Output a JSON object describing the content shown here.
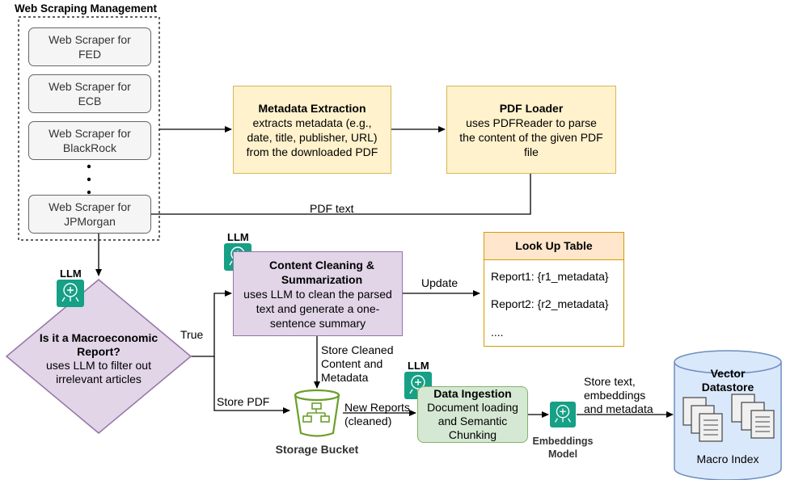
{
  "scraping": {
    "title": "Web Scraping Management",
    "scrapers": [
      {
        "line1": "Web Scraper for",
        "line2": "FED"
      },
      {
        "line1": "Web Scraper for",
        "line2": "ECB"
      },
      {
        "line1": "Web Scraper for",
        "line2": "BlackRock"
      },
      {
        "line1": "Web Scraper for",
        "line2": "JPMorgan"
      }
    ]
  },
  "metadata_extraction": {
    "title": "Metadata Extraction",
    "body": "extracts metadata (e.g., date, title, publisher, URL) from the downloaded PDF"
  },
  "pdf_loader": {
    "title": "PDF Loader",
    "body": "uses PDFReader to parse the content of the given PDF file"
  },
  "edges": {
    "pdf_text": "PDF text",
    "true": "True",
    "update": "Update",
    "store_cleaned": "Store Cleaned Content and Metadata",
    "store_pdf": "Store PDF",
    "new_reports": "New Reports (cleaned)",
    "store_text": "Store text, embeddings and metadata"
  },
  "llm_label": "LLM",
  "decision": {
    "title": "Is it a Macroeconomic Report?",
    "body": "uses LLM to filter out irrelevant articles"
  },
  "content_cleaning": {
    "title": "Content Cleaning & Summarization",
    "body": "uses LLM to clean the parsed text and generate a one-sentence summary"
  },
  "lookup_table": {
    "title": "Look Up Table",
    "rows": [
      "Report1: {r1_metadata}",
      "Report2: {r2_metadata}",
      "...."
    ]
  },
  "storage_bucket": {
    "label": "Storage Bucket"
  },
  "data_ingestion": {
    "title": "Data Ingestion",
    "body": "Document loading and Semantic Chunking"
  },
  "embeddings_model": {
    "label": "Embeddings Model"
  },
  "vector_datastore": {
    "title": "Vector Datastore",
    "index": "Macro Index"
  },
  "colors": {
    "yellow_fill": "#fff2cc",
    "yellow_stroke": "#d6b656",
    "purple_fill": "#e1d5e7",
    "purple_stroke": "#9673a6",
    "green_fill": "#d5e8d4",
    "green_stroke": "#82b366",
    "llm_icon": "#16a085",
    "bucket": "#6a9f2a",
    "cylinder_fill": "#dae8fc",
    "cylinder_stroke": "#6c8ebf",
    "lookup_header": "#ffe6cc",
    "lookup_stroke": "#d79b00"
  }
}
